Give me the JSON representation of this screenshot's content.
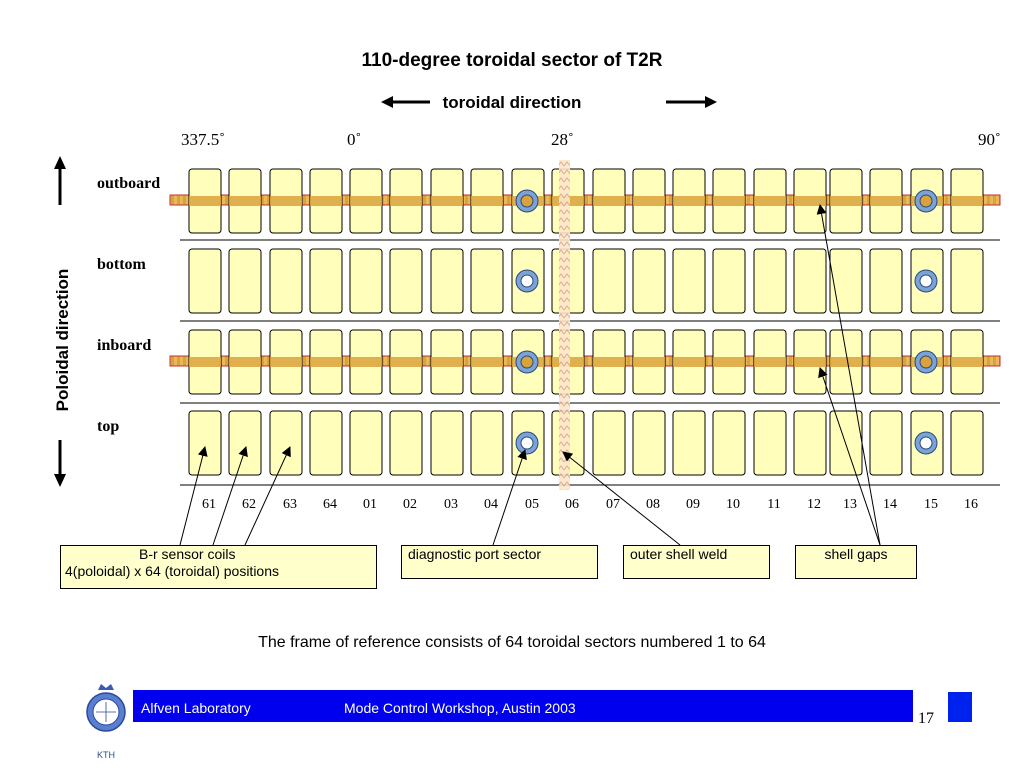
{
  "title": "110-degree toroidal sector of T2R",
  "toroidal_direction_label": "toroidal direction",
  "poloidal_direction_label": "Poloidal direction",
  "degree_labels": [
    "337.5˚",
    "0˚",
    "28˚",
    "90˚"
  ],
  "rows": [
    {
      "label": "outboard",
      "has_weld_band": true
    },
    {
      "label": "bottom",
      "has_weld_band": false
    },
    {
      "label": "inboard",
      "has_weld_band": true
    },
    {
      "label": "top",
      "has_weld_band": false
    }
  ],
  "sector_numbers": [
    "61",
    "62",
    "63",
    "64",
    "01",
    "02",
    "03",
    "04",
    "05",
    "06",
    "07",
    "08",
    "09",
    "10",
    "11",
    "12",
    "13",
    "14",
    "15",
    "16"
  ],
  "callouts": {
    "br_sensor_line1": "B-r sensor coils",
    "br_sensor_line2": "4(poloidal) x 64 (toroidal) positions",
    "diagnostic_port": "diagnostic port sector",
    "outer_shell_weld": "outer shell weld",
    "shell_gaps": "shell gaps"
  },
  "caption": "The frame of reference consists of 64 toroidal sectors numbered 1 to 64",
  "footer": {
    "lab": "Alfven Laboratory",
    "event": "Mode Control Workshop, Austin 2003",
    "page": "17",
    "logo_text": "KTH"
  },
  "colors": {
    "coil_fill": "#ffffbb",
    "weld_band": "#d4a020",
    "weld_band_edge": "#cc2222",
    "sensor_ring": "#7ba3d6",
    "callout_fill": "#ffffcc",
    "footer_bar": "#0000ee"
  }
}
